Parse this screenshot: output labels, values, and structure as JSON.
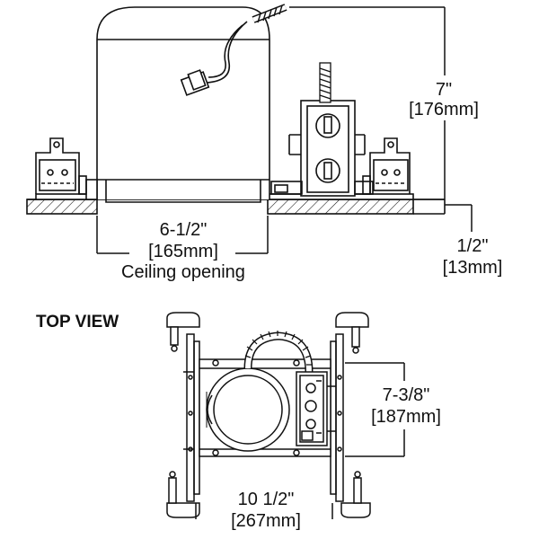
{
  "side_view": {
    "height_dim": {
      "inches": "7\"",
      "metric": "[176mm]"
    },
    "opening_dim": {
      "inches": "6-1/2\"",
      "metric": "[165mm]"
    },
    "opening_caption": "Ceiling opening",
    "ceiling_dim": {
      "inches": "1/2\"",
      "metric": "[13mm]"
    }
  },
  "top_view": {
    "heading": "TOP VIEW",
    "width_dim": {
      "inches": "10 1/2\"",
      "metric": "[267mm]"
    },
    "depth_dim": {
      "inches": "7-3/8\"",
      "metric": "[187mm]"
    }
  },
  "colors": {
    "line": "#111111",
    "background": "#ffffff"
  }
}
